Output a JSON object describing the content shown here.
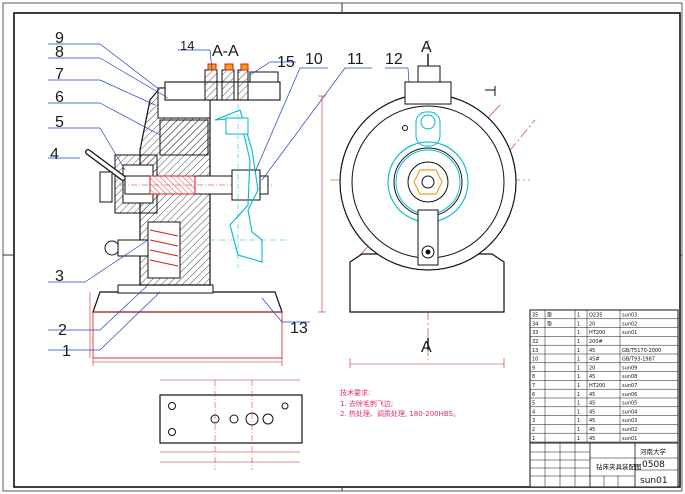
{
  "section_marks": {
    "aa": "A-A",
    "a_top": "A",
    "a_bottom": "A"
  },
  "callouts": [
    "1",
    "2",
    "3",
    "4",
    "5",
    "6",
    "7",
    "8",
    "9",
    "10",
    "11",
    "12",
    "13",
    "14",
    "15"
  ],
  "tech_notes": {
    "title": "技术要求:",
    "line1": "1. 去除毛刺飞边;",
    "line2": "2. 热处理、调质处理, 180-200HBS。"
  },
  "parts_list": [
    [
      "35",
      "垫",
      "1",
      "Q235",
      "sun03"
    ],
    [
      "34",
      "垫",
      "1",
      "20",
      "sun02"
    ],
    [
      "33",
      "",
      "1",
      "HT200",
      "sun01"
    ],
    [
      "32",
      "",
      "1",
      "200#",
      ""
    ],
    [
      "13",
      "",
      "1",
      "45",
      "GB/T5170-2000"
    ],
    [
      "10",
      "",
      "1",
      "45#",
      "GB/T93-1987"
    ],
    [
      "9",
      "",
      "1",
      "20",
      "sun09"
    ],
    [
      "8",
      "",
      "1",
      "45",
      "sun08"
    ],
    [
      "7",
      "",
      "1",
      "HT200",
      "sun07"
    ],
    [
      "6",
      "",
      "1",
      "45",
      "sun06"
    ],
    [
      "5",
      "",
      "1",
      "45",
      "sun05"
    ],
    [
      "4",
      "",
      "1",
      "45",
      "sun04"
    ],
    [
      "3",
      "",
      "1",
      "45",
      "sun03"
    ],
    [
      "2",
      "",
      "1",
      "45",
      "sun02"
    ],
    [
      "1",
      "",
      "1",
      "45",
      "sun01"
    ]
  ],
  "title_block": {
    "school": "河南大学",
    "drawing_title": "钻床夹具装配图",
    "code": "0508",
    "drawing_no": "sun01"
  }
}
